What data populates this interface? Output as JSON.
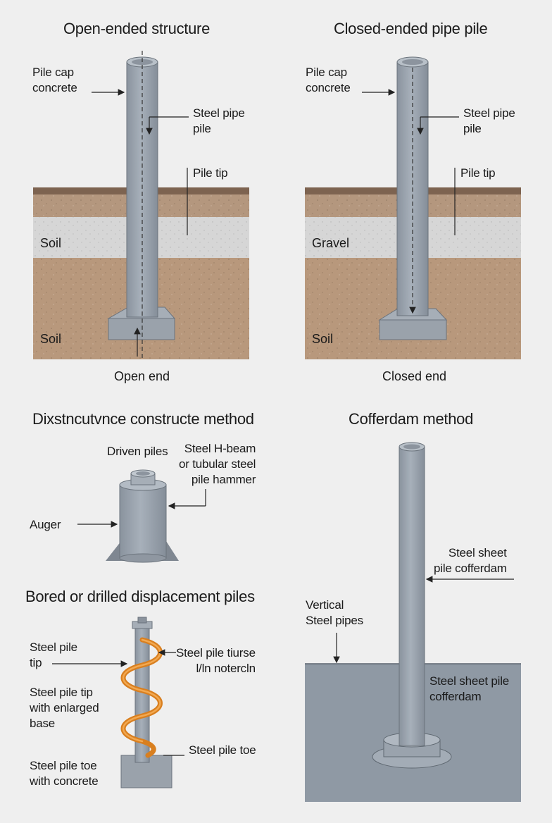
{
  "panels": {
    "open_ended": {
      "title": "Open-ended structure",
      "label_cap_1": "Pile cap",
      "label_cap_2": "concrete",
      "label_pipe_1": "Steel pipe",
      "label_pipe_2": "pile",
      "label_tip": "Pile tip",
      "layer_mid": "Soil",
      "layer_bottom": "Soil",
      "caption": "Open end"
    },
    "closed_ended": {
      "title": "Closed-ended pipe pile",
      "label_cap_1": "Pile cap",
      "label_cap_2": "concrete",
      "label_pipe_1": "Steel pipe",
      "label_pipe_2": "pile",
      "label_tip": "Pile tip",
      "layer_mid": "Gravel",
      "layer_bottom": "Soil",
      "caption": "Closed end"
    },
    "construction": {
      "title": "Dixstncutvnce constructe method",
      "driven": "Driven piles",
      "hbeam_1": "Steel H-beam",
      "hbeam_2": "or tubular steel",
      "hbeam_3": "pile hammer",
      "auger": "Auger"
    },
    "bored": {
      "title": "Bored or drilled displacement piles",
      "tip_1": "Steel pile",
      "tip_2": "tip",
      "enlarged_1": "Steel pile tip",
      "enlarged_2": "with enlarged",
      "enlarged_3": "base",
      "toe_concrete_1": "Steel pile toe",
      "toe_concrete_2": "with concrete",
      "tiurse_1": "Steel pile tiurse",
      "tiurse_2": "l/ln notercln",
      "toe": "Steel pile toe"
    },
    "cofferdam": {
      "title": "Cofferdam method",
      "sheet_1": "Steel sheet",
      "sheet_2": "pile cofferdam",
      "vertical_1": "Vertical",
      "vertical_2": "Steel pipes",
      "water_1": "Steel sheet pile",
      "water_2": "cofferdam"
    }
  },
  "colors": {
    "background": "#efefef",
    "steel": "#9aa3ad",
    "steel_dark": "#7f8893",
    "topsoil": "#8b6f58",
    "soil_band": "#b79a80",
    "gravel": "#d6d6d6",
    "soil": "#b8987c",
    "water": "#8f99a4",
    "helix": "#e08a2a"
  }
}
